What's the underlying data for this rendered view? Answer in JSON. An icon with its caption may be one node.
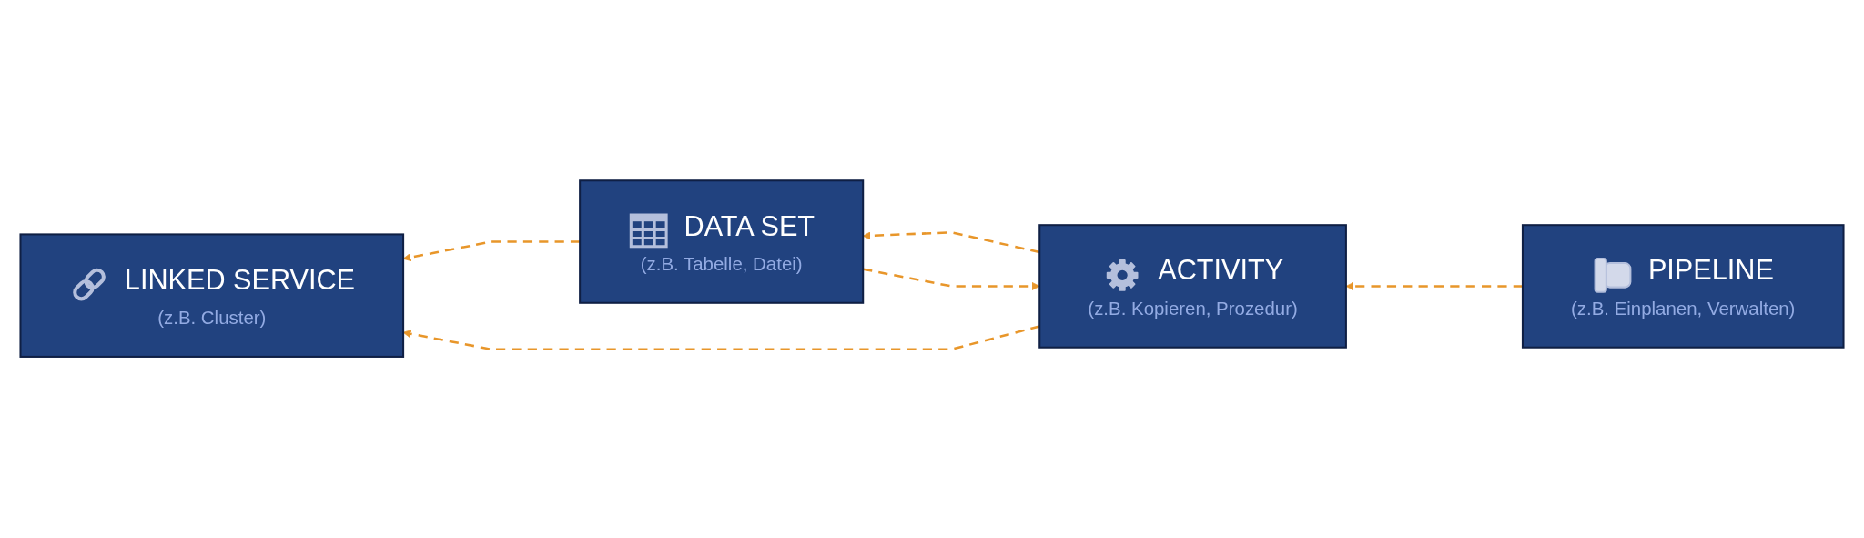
{
  "diagram": {
    "nodes": [
      {
        "text": [
          "DATA SET",
          "(z.B. Tabelle, Datei)"
        ]
      },
      {
        "text": [
          "ACTIVITY",
          "(z.B. Kopieren, Prozedur)"
        ]
      },
      {
        "text": [
          "PIPELINE",
          "(z.B. Einplanen, Verwalten)"
        ]
      },
      {
        "text": [
          "LINKED SERVICE",
          "(z.B. Cluster)"
        ]
      }
    ],
    "edges": [
      {
        "from": 0,
        "to": 1,
        "arrow": "to",
        "style": "dashed"
      },
      {
        "from": 1,
        "to": 0,
        "arrow": "to",
        "style": "dashed"
      },
      {
        "from": 2,
        "to": 1,
        "arrow": "to",
        "style": "dashed"
      },
      {
        "from": 0,
        "to": 3,
        "arrow": "to",
        "style": "dashed"
      },
      {
        "from": 1,
        "to": 3,
        "arrow": "to",
        "style": "dashed"
      }
    ]
  }
}
